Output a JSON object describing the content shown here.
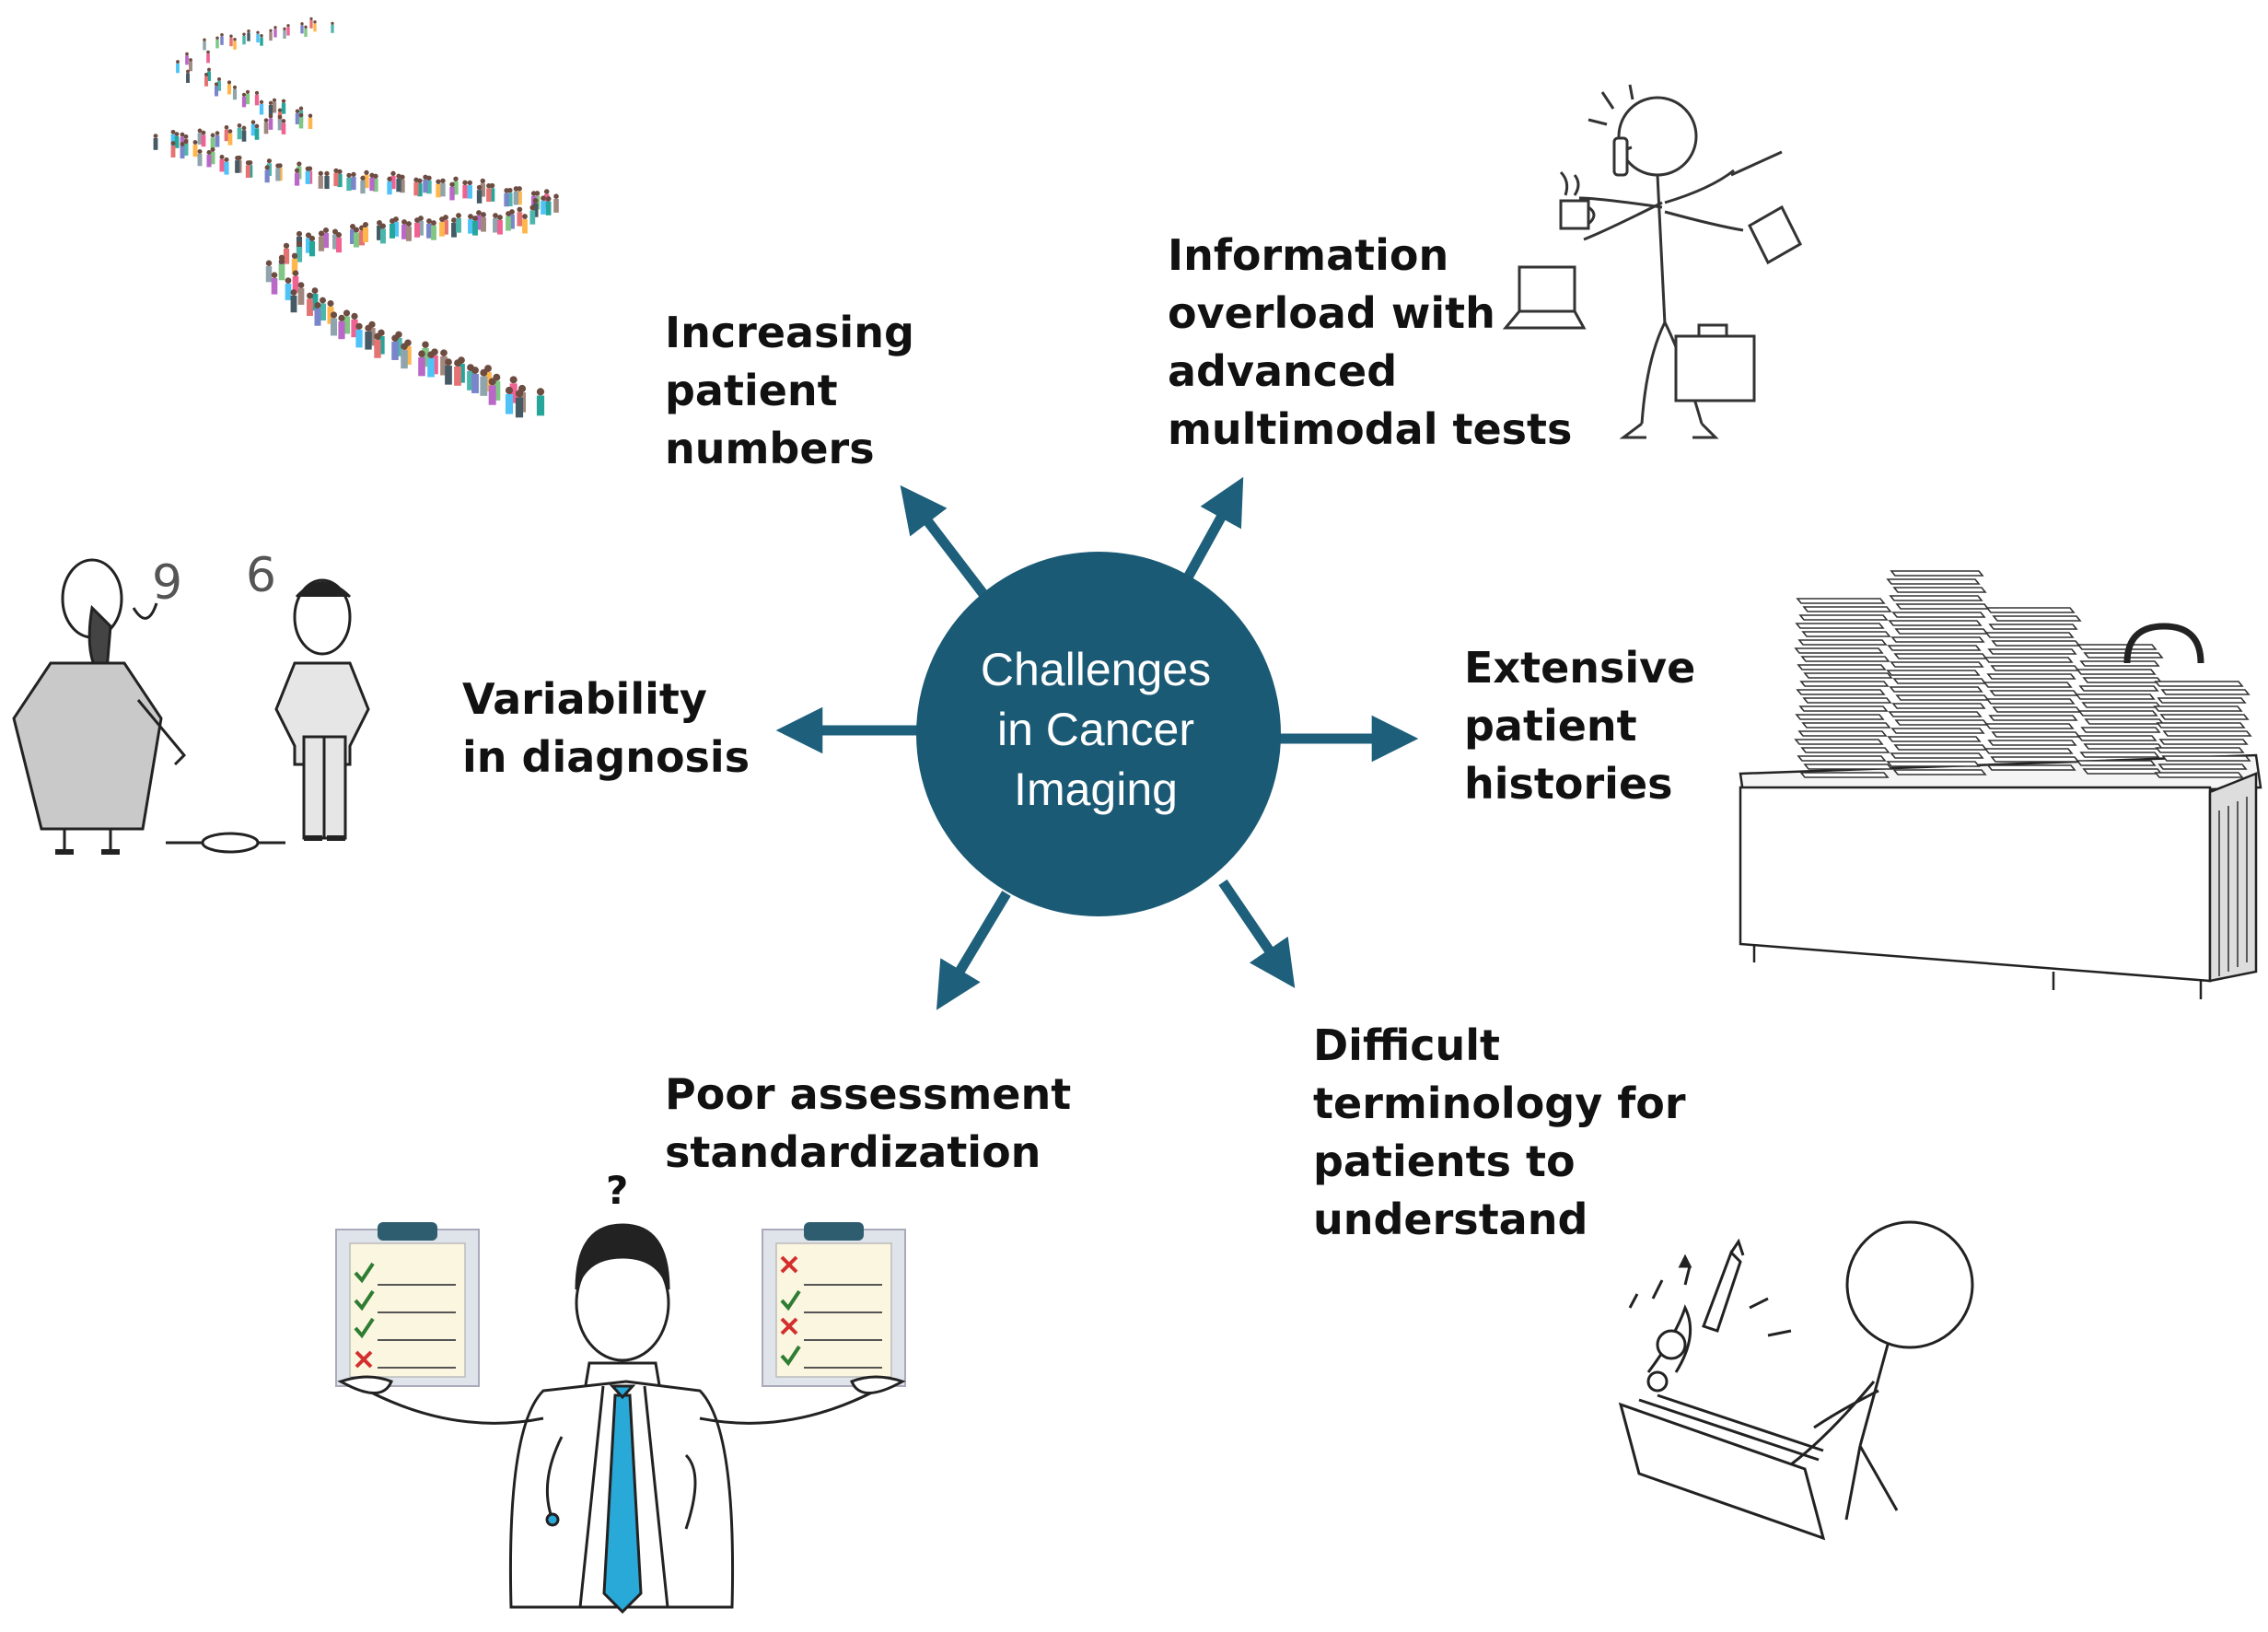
{
  "hub": {
    "title_lines": [
      "Challenges",
      "in Cancer",
      "Imaging"
    ],
    "color": "#1b5a75"
  },
  "challenges": {
    "patient_numbers": [
      "Increasing",
      "patient",
      "numbers"
    ],
    "information_overload": [
      "Information",
      "overload with",
      "advanced",
      "multimodal tests"
    ],
    "variability": [
      "Variability",
      "in diagnosis"
    ],
    "patient_histories": [
      "Extensive",
      "patient",
      "histories"
    ],
    "standardization": [
      "Poor assessment",
      "standardization"
    ],
    "terminology": [
      "Difficult",
      "terminology for",
      "patients to",
      "understand"
    ]
  },
  "illustrations": {
    "crowd": "crowd-queue-illustration",
    "multitasker": "multitasking-stick-figure-illustration",
    "debaters": "six-or-nine-argument-illustration",
    "paper_stacks": "desk-with-paper-stacks-illustration",
    "doctor": "confused-doctor-with-checklists-illustration",
    "book_reader": "stick-figure-reading-book-illustration",
    "question_mark": "?"
  },
  "colors": {
    "accent": "#1b5a75",
    "arrow": "#1e5f7b",
    "tie": "#29a9d8",
    "check": "#2e7d32",
    "cross": "#d32f2f"
  }
}
